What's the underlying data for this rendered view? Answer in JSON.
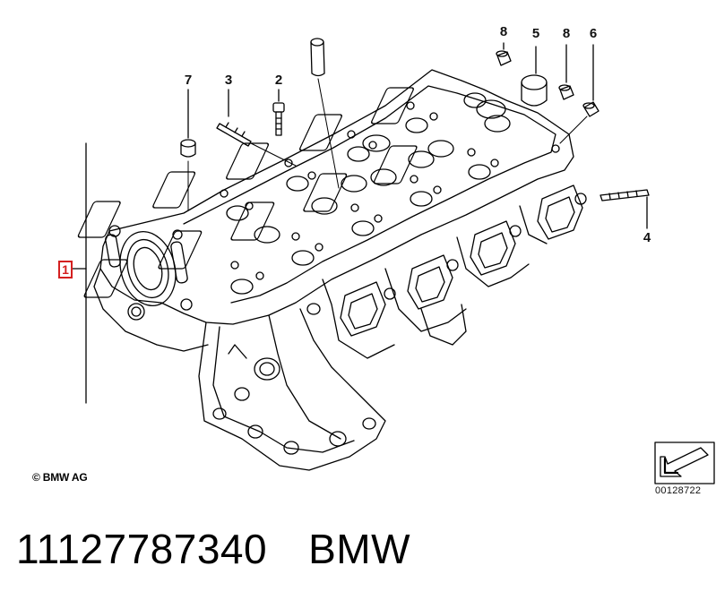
{
  "diagram": {
    "callouts": [
      {
        "id": "1",
        "label": "1"
      },
      {
        "id": "2",
        "label": "2"
      },
      {
        "id": "3",
        "label": "3"
      },
      {
        "id": "4",
        "label": "4"
      },
      {
        "id": "5",
        "label": "5"
      },
      {
        "id": "6",
        "label": "6"
      },
      {
        "id": "7",
        "label": "7"
      },
      {
        "id": "8a",
        "label": "8"
      },
      {
        "id": "8b",
        "label": "8"
      }
    ],
    "copyright": "© BMW AG",
    "reference_code": "00128722",
    "highlight_color": "#d42020"
  },
  "footer": {
    "part_number": "11127787340",
    "brand": "BMW"
  }
}
